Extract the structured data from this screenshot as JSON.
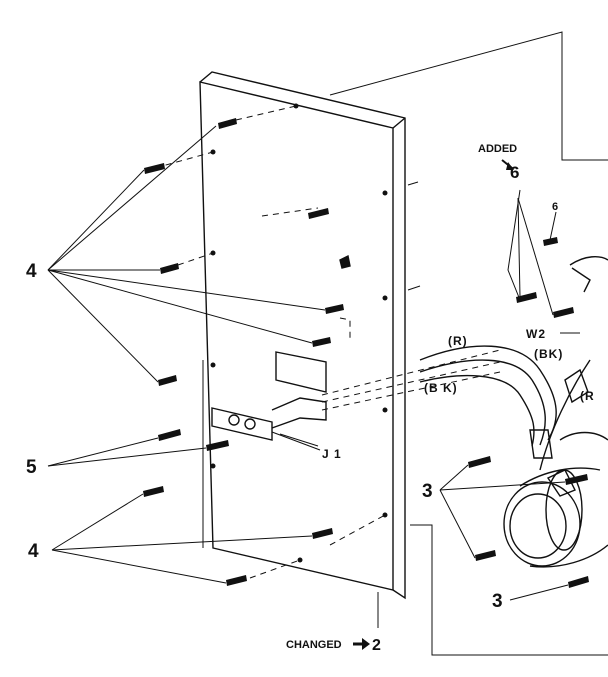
{
  "callouts": {
    "c4_top": "4",
    "c5": "5",
    "c4_bottom": "4",
    "c3_upper": "3",
    "c3_lower": "3",
    "c6_added": "6",
    "c6_small": "6",
    "c2_changed": "2"
  },
  "labels": {
    "added": "ADDED",
    "changed": "CHANGED",
    "j1": "J 1",
    "wire_r": "(R)",
    "wire_bk": "(B K)",
    "w2": "W2",
    "w2_bk": "(BK)",
    "wire_r_right": "(R"
  },
  "icons": {
    "arrow": "arrow-right-icon"
  }
}
